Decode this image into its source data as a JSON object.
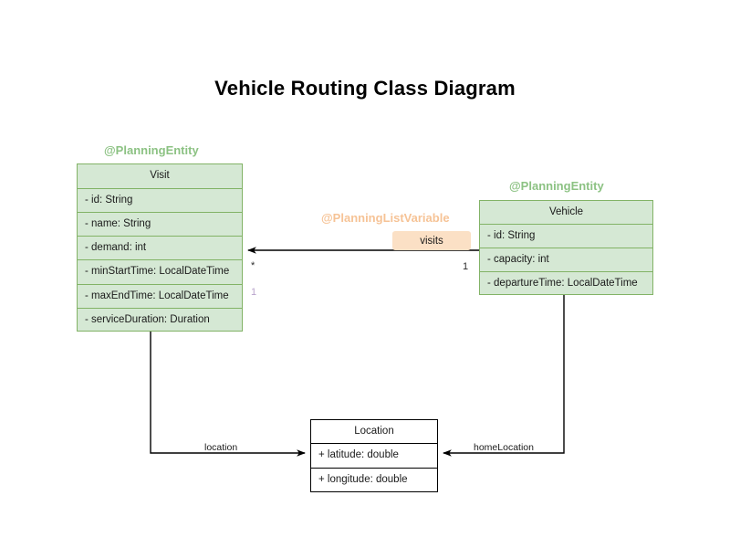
{
  "title": "Vehicle Routing Class Diagram",
  "classes": {
    "visit": {
      "stereotype": "@PlanningEntity",
      "name": "Visit",
      "attributes": [
        "- id: String",
        "- name: String",
        "- demand: int",
        "- minStartTime: LocalDateTime",
        "- maxEndTime: LocalDateTime",
        "- serviceDuration: Duration"
      ]
    },
    "vehicle": {
      "stereotype": "@PlanningEntity",
      "name": "Vehicle",
      "attributes": [
        "- id: String",
        "- capacity: int",
        "- departureTime: LocalDateTime"
      ]
    },
    "location": {
      "name": "Location",
      "attributes": [
        "+ latitude: double",
        "+ longitude: double"
      ]
    }
  },
  "relations": {
    "visits": {
      "annotation": "@PlanningListVariable",
      "label": "visits",
      "source_multiplicity": "1",
      "target_multiplicity": "*",
      "extra_multiplicity": "1"
    },
    "location": {
      "label": "location"
    },
    "home_location": {
      "label": "homeLocation"
    }
  },
  "colors": {
    "entity_fill": "#d5e8d4",
    "entity_stroke": "#82b366",
    "annotation_green": "#8cc283",
    "annotation_orange": "#f6c396",
    "badge_fill": "#fbe0c5",
    "plain_stroke": "#000000"
  }
}
